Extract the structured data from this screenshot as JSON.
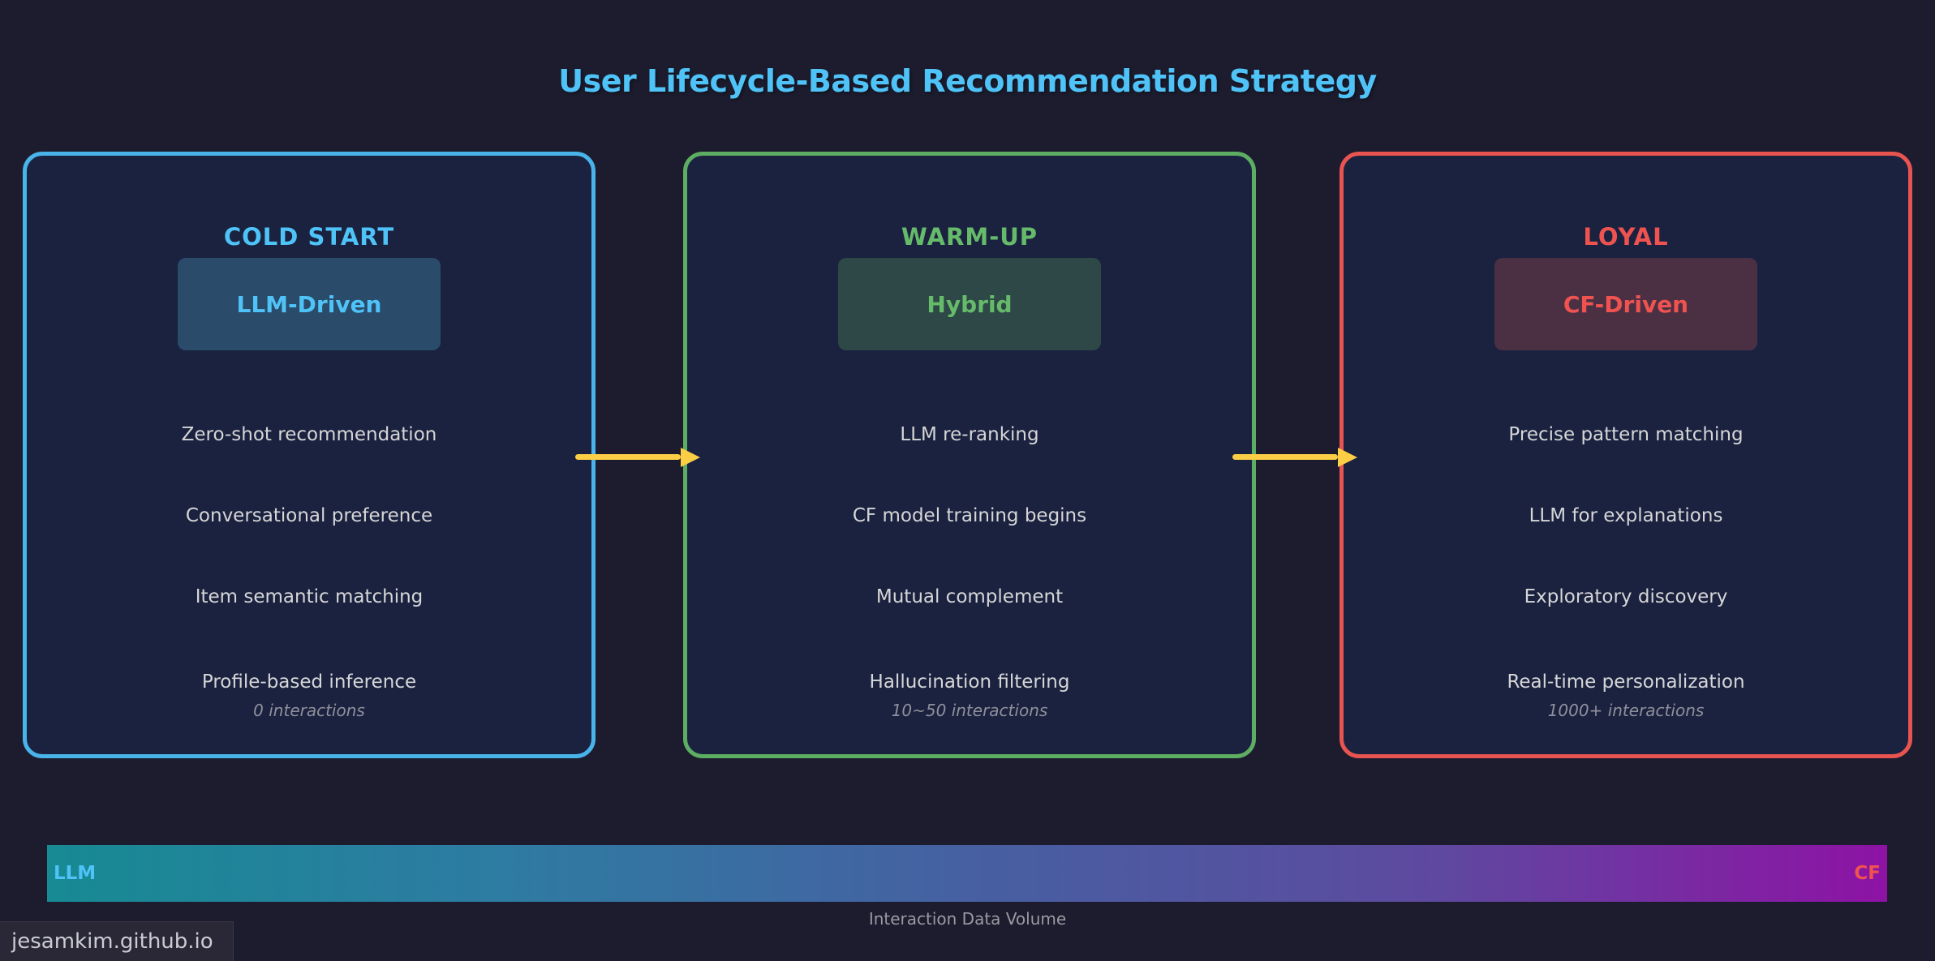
{
  "page": {
    "title": "User Lifecycle-Based Recommendation Strategy",
    "background_color": "#1c1c2e",
    "title_color": "#4fc3f7"
  },
  "stages": [
    {
      "name": "COLD START",
      "approach": "LLM-Driven",
      "accent": "#4fc3f7",
      "border": "#49b4ea",
      "badge_bg": "#2b4b6b",
      "items": [
        "Zero-shot recommendation",
        "Conversational preference",
        "Item semantic matching",
        "Profile-based inference"
      ],
      "note": "0 interactions"
    },
    {
      "name": "WARM-UP",
      "approach": "Hybrid",
      "accent": "#66bb6a",
      "border": "#5dad62",
      "badge_bg": "#2d4846",
      "items": [
        "LLM re-ranking",
        "CF model training begins",
        "Mutual complement",
        "Hallucination filtering"
      ],
      "note": "10~50 interactions"
    },
    {
      "name": "LOYAL",
      "approach": "CF-Driven",
      "accent": "#ef5350",
      "border": "#e85450",
      "badge_bg": "#4b3044",
      "items": [
        "Precise pattern matching",
        "LLM for explanations",
        "Exploratory discovery",
        "Real-time personalization"
      ],
      "note": "1000+ interactions"
    }
  ],
  "arrows": {
    "color": "#fbce45"
  },
  "volume_bar": {
    "left_label": "LLM",
    "right_label": "CF",
    "caption": "Interaction Data Volume",
    "left_label_color": "#4fc3f7",
    "right_label_color": "#ef5350",
    "gradient": [
      "#178a93",
      "#2e7ba3",
      "#4660a1",
      "#5d4aa0",
      "#8e12a4"
    ]
  },
  "status_bar": {
    "text": "jesamkim.github.io"
  }
}
